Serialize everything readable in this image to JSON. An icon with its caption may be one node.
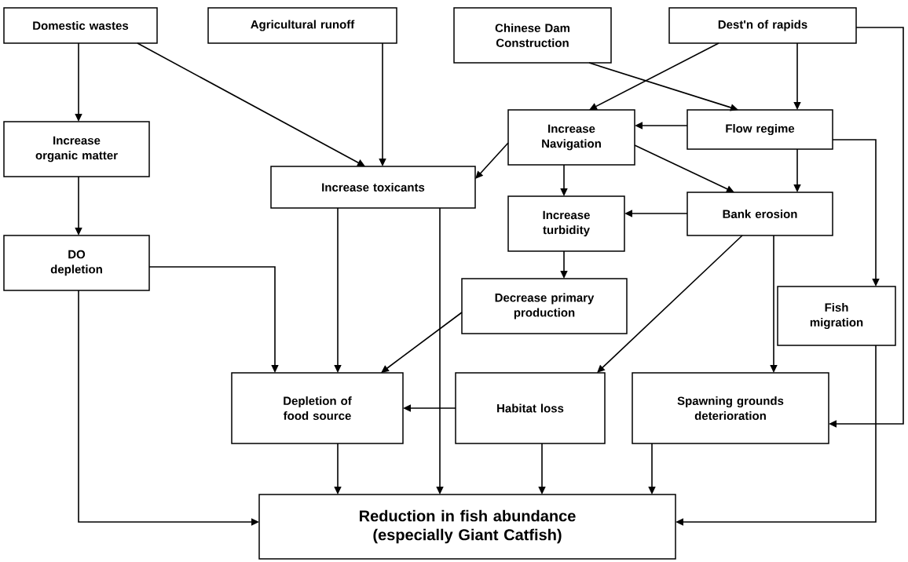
{
  "diagram": {
    "nodes": [
      {
        "text": [
          "Domestic wastes"
        ]
      },
      {
        "text": [
          "Agricultural runoff"
        ]
      },
      {
        "text": [
          "Chinese Dam Construction"
        ]
      },
      {
        "text": [
          "Dest'n of rapids"
        ]
      },
      {
        "text": [
          "Increase organic matter"
        ]
      },
      {
        "text": [
          "Increase Navigation"
        ]
      },
      {
        "text": [
          "Flow regime"
        ]
      },
      {
        "text": [
          "Increase toxicants"
        ]
      },
      {
        "text": [
          "Increase turbidity"
        ]
      },
      {
        "text": [
          "Bank erosion"
        ]
      },
      {
        "text": [
          "DO depletion"
        ]
      },
      {
        "text": [
          "Decrease primary production"
        ]
      },
      {
        "text": [
          "Fish migration"
        ]
      },
      {
        "text": [
          "Depletion of food source"
        ]
      },
      {
        "text": [
          "Habitat loss"
        ]
      },
      {
        "text": [
          "Spawning grounds deterioration"
        ]
      },
      {
        "text": [
          "Reduction in fish abundance (especially Giant Catfish)"
        ]
      }
    ],
    "edges": [
      {
        "from": 0,
        "to": 4,
        "arrow": "to"
      },
      {
        "from": 0,
        "to": 7,
        "arrow": "to"
      },
      {
        "from": 1,
        "to": 7,
        "arrow": "to"
      },
      {
        "from": 2,
        "to": 6,
        "arrow": "to"
      },
      {
        "from": 3,
        "to": 5,
        "arrow": "to"
      },
      {
        "from": 3,
        "to": 6,
        "arrow": "to"
      },
      {
        "from": 3,
        "to": 15,
        "arrow": "to"
      },
      {
        "from": 6,
        "to": 5,
        "arrow": "to"
      },
      {
        "from": 5,
        "to": 7,
        "arrow": "to"
      },
      {
        "from": 5,
        "to": 8,
        "arrow": "to"
      },
      {
        "from": 5,
        "to": 9,
        "arrow": "to"
      },
      {
        "from": 6,
        "to": 9,
        "arrow": "to"
      },
      {
        "from": 6,
        "to": 12,
        "arrow": "to"
      },
      {
        "from": 9,
        "to": 8,
        "arrow": "to"
      },
      {
        "from": 8,
        "to": 11,
        "arrow": "to"
      },
      {
        "from": 9,
        "to": 14,
        "arrow": "to"
      },
      {
        "from": 9,
        "to": 15,
        "arrow": "to"
      },
      {
        "from": 4,
        "to": 10,
        "arrow": "to"
      },
      {
        "from": 10,
        "to": 13,
        "arrow": "to"
      },
      {
        "from": 10,
        "to": 16,
        "arrow": "to"
      },
      {
        "from": 7,
        "to": 13,
        "arrow": "to"
      },
      {
        "from": 7,
        "to": 16,
        "arrow": "to"
      },
      {
        "from": 11,
        "to": 13,
        "arrow": "to"
      },
      {
        "from": 14,
        "to": 13,
        "arrow": "to"
      },
      {
        "from": 13,
        "to": 16,
        "arrow": "to"
      },
      {
        "from": 14,
        "to": 16,
        "arrow": "to"
      },
      {
        "from": 15,
        "to": 16,
        "arrow": "to"
      },
      {
        "from": 12,
        "to": 16,
        "arrow": "to"
      }
    ]
  }
}
